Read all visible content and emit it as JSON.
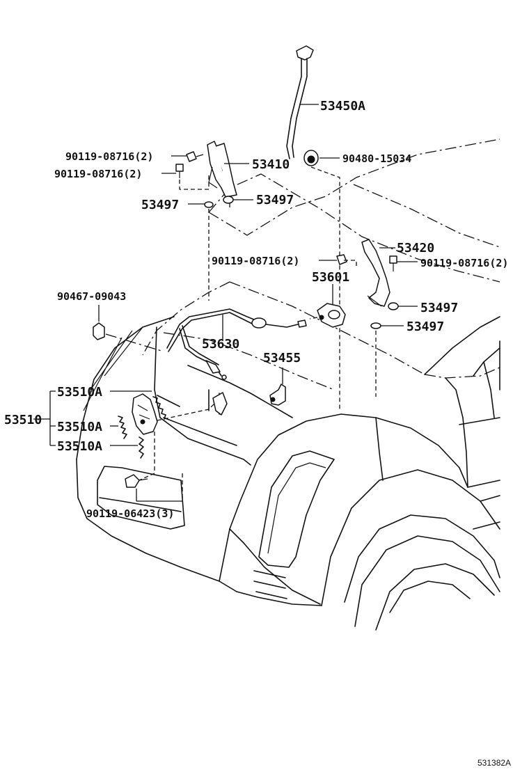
{
  "diagram_code": "531382A",
  "labels": {
    "p53450A": "53450A",
    "p53410": "53410",
    "p53497_a": "53497",
    "p53497_b": "53497",
    "p53420": "53420",
    "p53601": "53601",
    "p53497_c": "53497",
    "p53497_d": "53497",
    "p53630": "53630",
    "p53455": "53455",
    "p53510": "53510",
    "p53510A_a": "53510A",
    "p53510A_b": "53510A",
    "p53510A_c": "53510A",
    "bolt_a": "90119-08716(2)",
    "bolt_b": "90119-08716(2)",
    "bolt_c": "90119-08716(2)",
    "bolt_d": "90119-08716(2)",
    "cushion": "90480-15034",
    "clip": "90467-09043",
    "bolt_e": "90119-06423(3)"
  }
}
